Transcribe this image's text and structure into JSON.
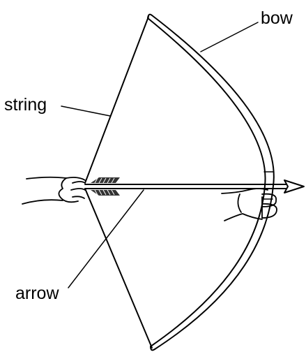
{
  "labels": {
    "bow": "bow",
    "string": "string",
    "arrow": "arrow"
  },
  "colors": {
    "ink": "#000000",
    "fletching": "#333333",
    "background": "#ffffff"
  }
}
